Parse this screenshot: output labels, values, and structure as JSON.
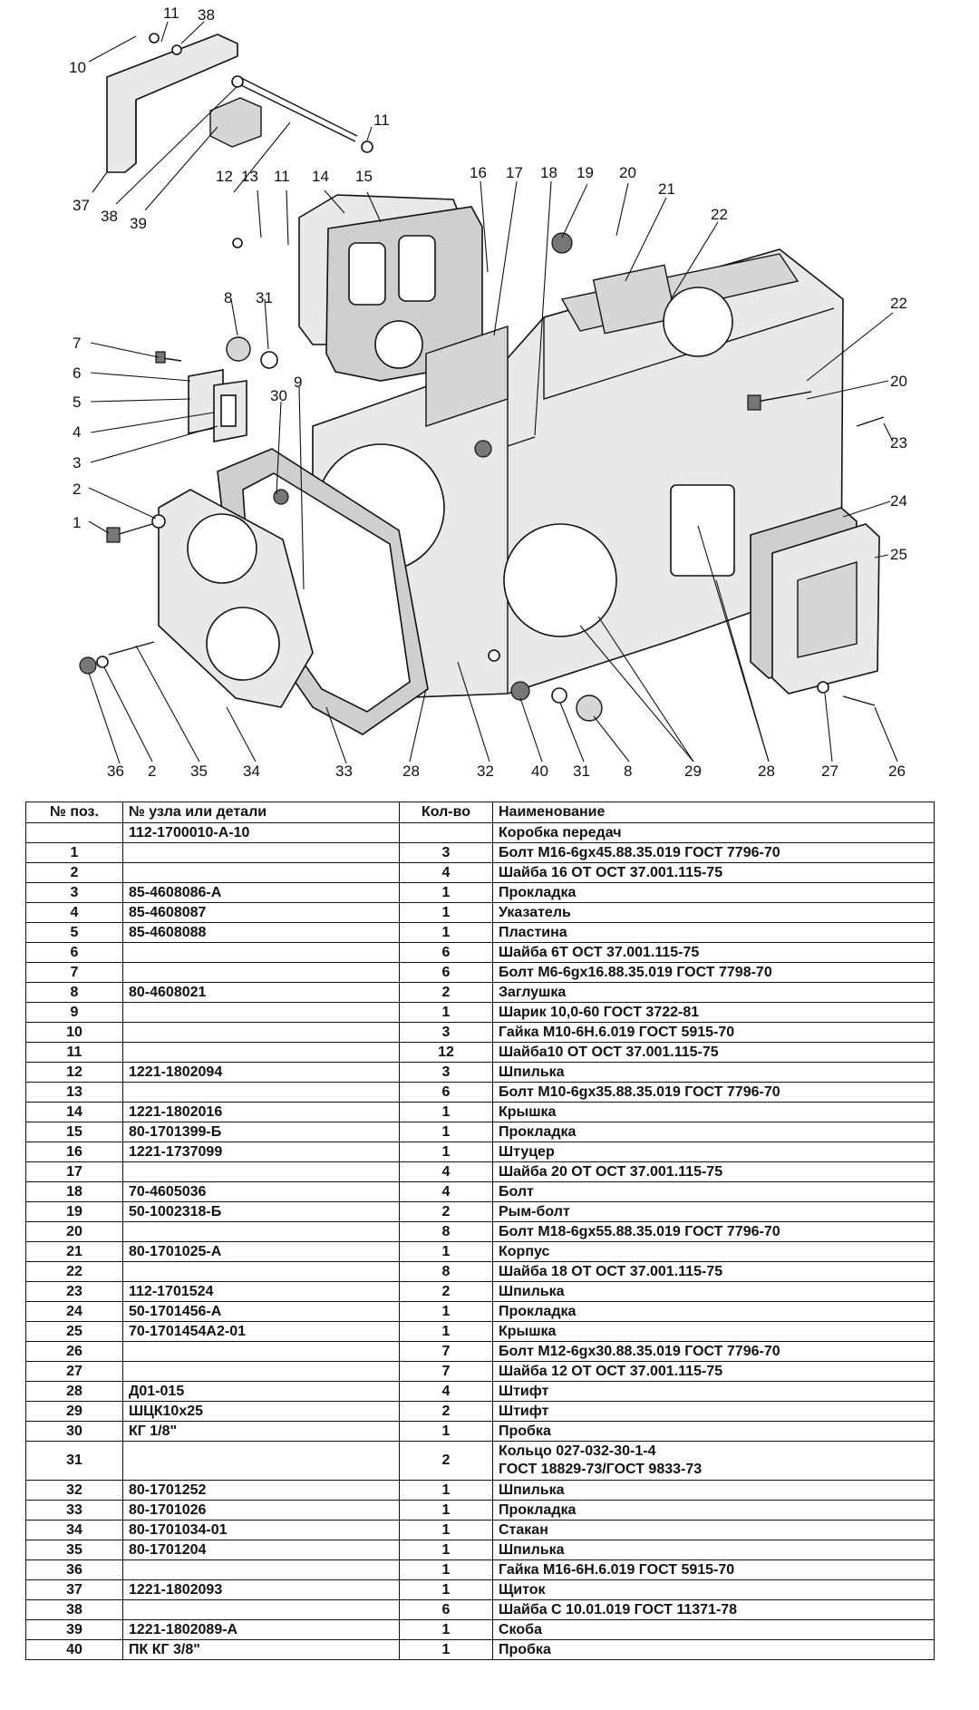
{
  "diagram": {
    "callouts": [
      "10",
      "11",
      "38",
      "11",
      "37",
      "38",
      "39",
      "12",
      "13",
      "11",
      "14",
      "15",
      "16",
      "17",
      "18",
      "19",
      "20",
      "21",
      "22",
      "22",
      "20",
      "23",
      "24",
      "25",
      "8",
      "31",
      "7",
      "6",
      "5",
      "4",
      "3",
      "2",
      "1",
      "30",
      "9",
      "36",
      "2",
      "35",
      "34",
      "33",
      "28",
      "32",
      "40",
      "31",
      "8",
      "29",
      "28",
      "27",
      "26"
    ]
  },
  "table": {
    "headers": {
      "pos": "№ поз.",
      "part": "№ узла или детали",
      "qty": "Кол-во",
      "name": "Наименование"
    },
    "rows": [
      {
        "pos": "",
        "part": "112-1700010-А-10",
        "qty": "",
        "name": "Коробка передач"
      },
      {
        "pos": "1",
        "part": "",
        "qty": "3",
        "name": "Болт М16-6gx45.88.35.019 ГОСТ 7796-70"
      },
      {
        "pos": "2",
        "part": "",
        "qty": "4",
        "name": "Шайба 16 ОТ ОСТ 37.001.115-75"
      },
      {
        "pos": "3",
        "part": "85-4608086-А",
        "qty": "1",
        "name": "Прокладка"
      },
      {
        "pos": "4",
        "part": "85-4608087",
        "qty": "1",
        "name": "Указатель"
      },
      {
        "pos": "5",
        "part": "85-4608088",
        "qty": "1",
        "name": "Пластина"
      },
      {
        "pos": "6",
        "part": "",
        "qty": "6",
        "name": "Шайба 6Т ОСТ 37.001.115-75"
      },
      {
        "pos": "7",
        "part": "",
        "qty": "6",
        "name": "Болт М6-6gx16.88.35.019 ГОСТ 7798-70"
      },
      {
        "pos": "8",
        "part": "80-4608021",
        "qty": "2",
        "name": "Заглушка"
      },
      {
        "pos": "9",
        "part": "",
        "qty": "1",
        "name": "Шарик 10,0-60 ГОСТ 3722-81"
      },
      {
        "pos": "10",
        "part": "",
        "qty": "3",
        "name": "Гайка М10-6Н.6.019 ГОСТ 5915-70"
      },
      {
        "pos": "11",
        "part": "",
        "qty": "12",
        "name": "Шайба10 ОТ ОСТ 37.001.115-75"
      },
      {
        "pos": "12",
        "part": "1221-1802094",
        "qty": "3",
        "name": "Шпилька"
      },
      {
        "pos": "13",
        "part": "",
        "qty": "6",
        "name": "Болт М10-6gx35.88.35.019 ГОСТ 7796-70"
      },
      {
        "pos": "14",
        "part": "1221-1802016",
        "qty": "1",
        "name": "Крышка"
      },
      {
        "pos": "15",
        "part": "80-1701399-Б",
        "qty": "1",
        "name": "Прокладка"
      },
      {
        "pos": "16",
        "part": "1221-1737099",
        "qty": "1",
        "name": "Штуцер"
      },
      {
        "pos": "17",
        "part": "",
        "qty": "4",
        "name": "Шайба 20 ОТ ОСТ 37.001.115-75"
      },
      {
        "pos": "18",
        "part": "70-4605036",
        "qty": "4",
        "name": "Болт"
      },
      {
        "pos": "19",
        "part": "50-1002318-Б",
        "qty": "2",
        "name": "Рым-болт"
      },
      {
        "pos": "20",
        "part": "",
        "qty": "8",
        "name": "Болт М18-6gx55.88.35.019 ГОСТ 7796-70"
      },
      {
        "pos": "21",
        "part": "80-1701025-А",
        "qty": "1",
        "name": "Корпус"
      },
      {
        "pos": "22",
        "part": "",
        "qty": "8",
        "name": "Шайба 18 ОТ ОСТ 37.001.115-75"
      },
      {
        "pos": "23",
        "part": "112-1701524",
        "qty": "2",
        "name": "Шпилька"
      },
      {
        "pos": "24",
        "part": "50-1701456-А",
        "qty": "1",
        "name": "Прокладка"
      },
      {
        "pos": "25",
        "part": "70-1701454А2-01",
        "qty": "1",
        "name": "Крышка"
      },
      {
        "pos": "26",
        "part": "",
        "qty": "7",
        "name": "Болт М12-6gx30.88.35.019 ГОСТ 7796-70"
      },
      {
        "pos": "27",
        "part": "",
        "qty": "7",
        "name": "Шайба 12 ОТ ОСТ 37.001.115-75"
      },
      {
        "pos": "28",
        "part": "Д01-015",
        "qty": "4",
        "name": "Штифт"
      },
      {
        "pos": "29",
        "part": "ШЦК10х25",
        "qty": "2",
        "name": "Штифт"
      },
      {
        "pos": "30",
        "part": "КГ 1/8\"",
        "qty": "1",
        "name": "Пробка"
      },
      {
        "pos": "31",
        "part": "",
        "qty": "2",
        "name": "Кольцо 027-032-30-1-4",
        "name2": "ГОСТ 18829-73/ГОСТ 9833-73"
      },
      {
        "pos": "32",
        "part": "80-1701252",
        "qty": "1",
        "name": "Шпилька"
      },
      {
        "pos": "33",
        "part": "80-1701026",
        "qty": "1",
        "name": "Прокладка"
      },
      {
        "pos": "34",
        "part": "80-1701034-01",
        "qty": "1",
        "name": "Стакан"
      },
      {
        "pos": "35",
        "part": "80-1701204",
        "qty": "1",
        "name": "Шпилька"
      },
      {
        "pos": "36",
        "part": "",
        "qty": "1",
        "name": "Гайка М16-6Н.6.019 ГОСТ 5915-70"
      },
      {
        "pos": "37",
        "part": "1221-1802093",
        "qty": "1",
        "name": "Щиток"
      },
      {
        "pos": "38",
        "part": "",
        "qty": "6",
        "name": "Шайба С 10.01.019 ГОСТ 11371-78"
      },
      {
        "pos": "39",
        "part": "1221-1802089-А",
        "qty": "1",
        "name": "Скоба"
      },
      {
        "pos": "40",
        "part": "ПК КГ 3/8\"",
        "qty": "1",
        "name": "Пробка"
      }
    ]
  }
}
